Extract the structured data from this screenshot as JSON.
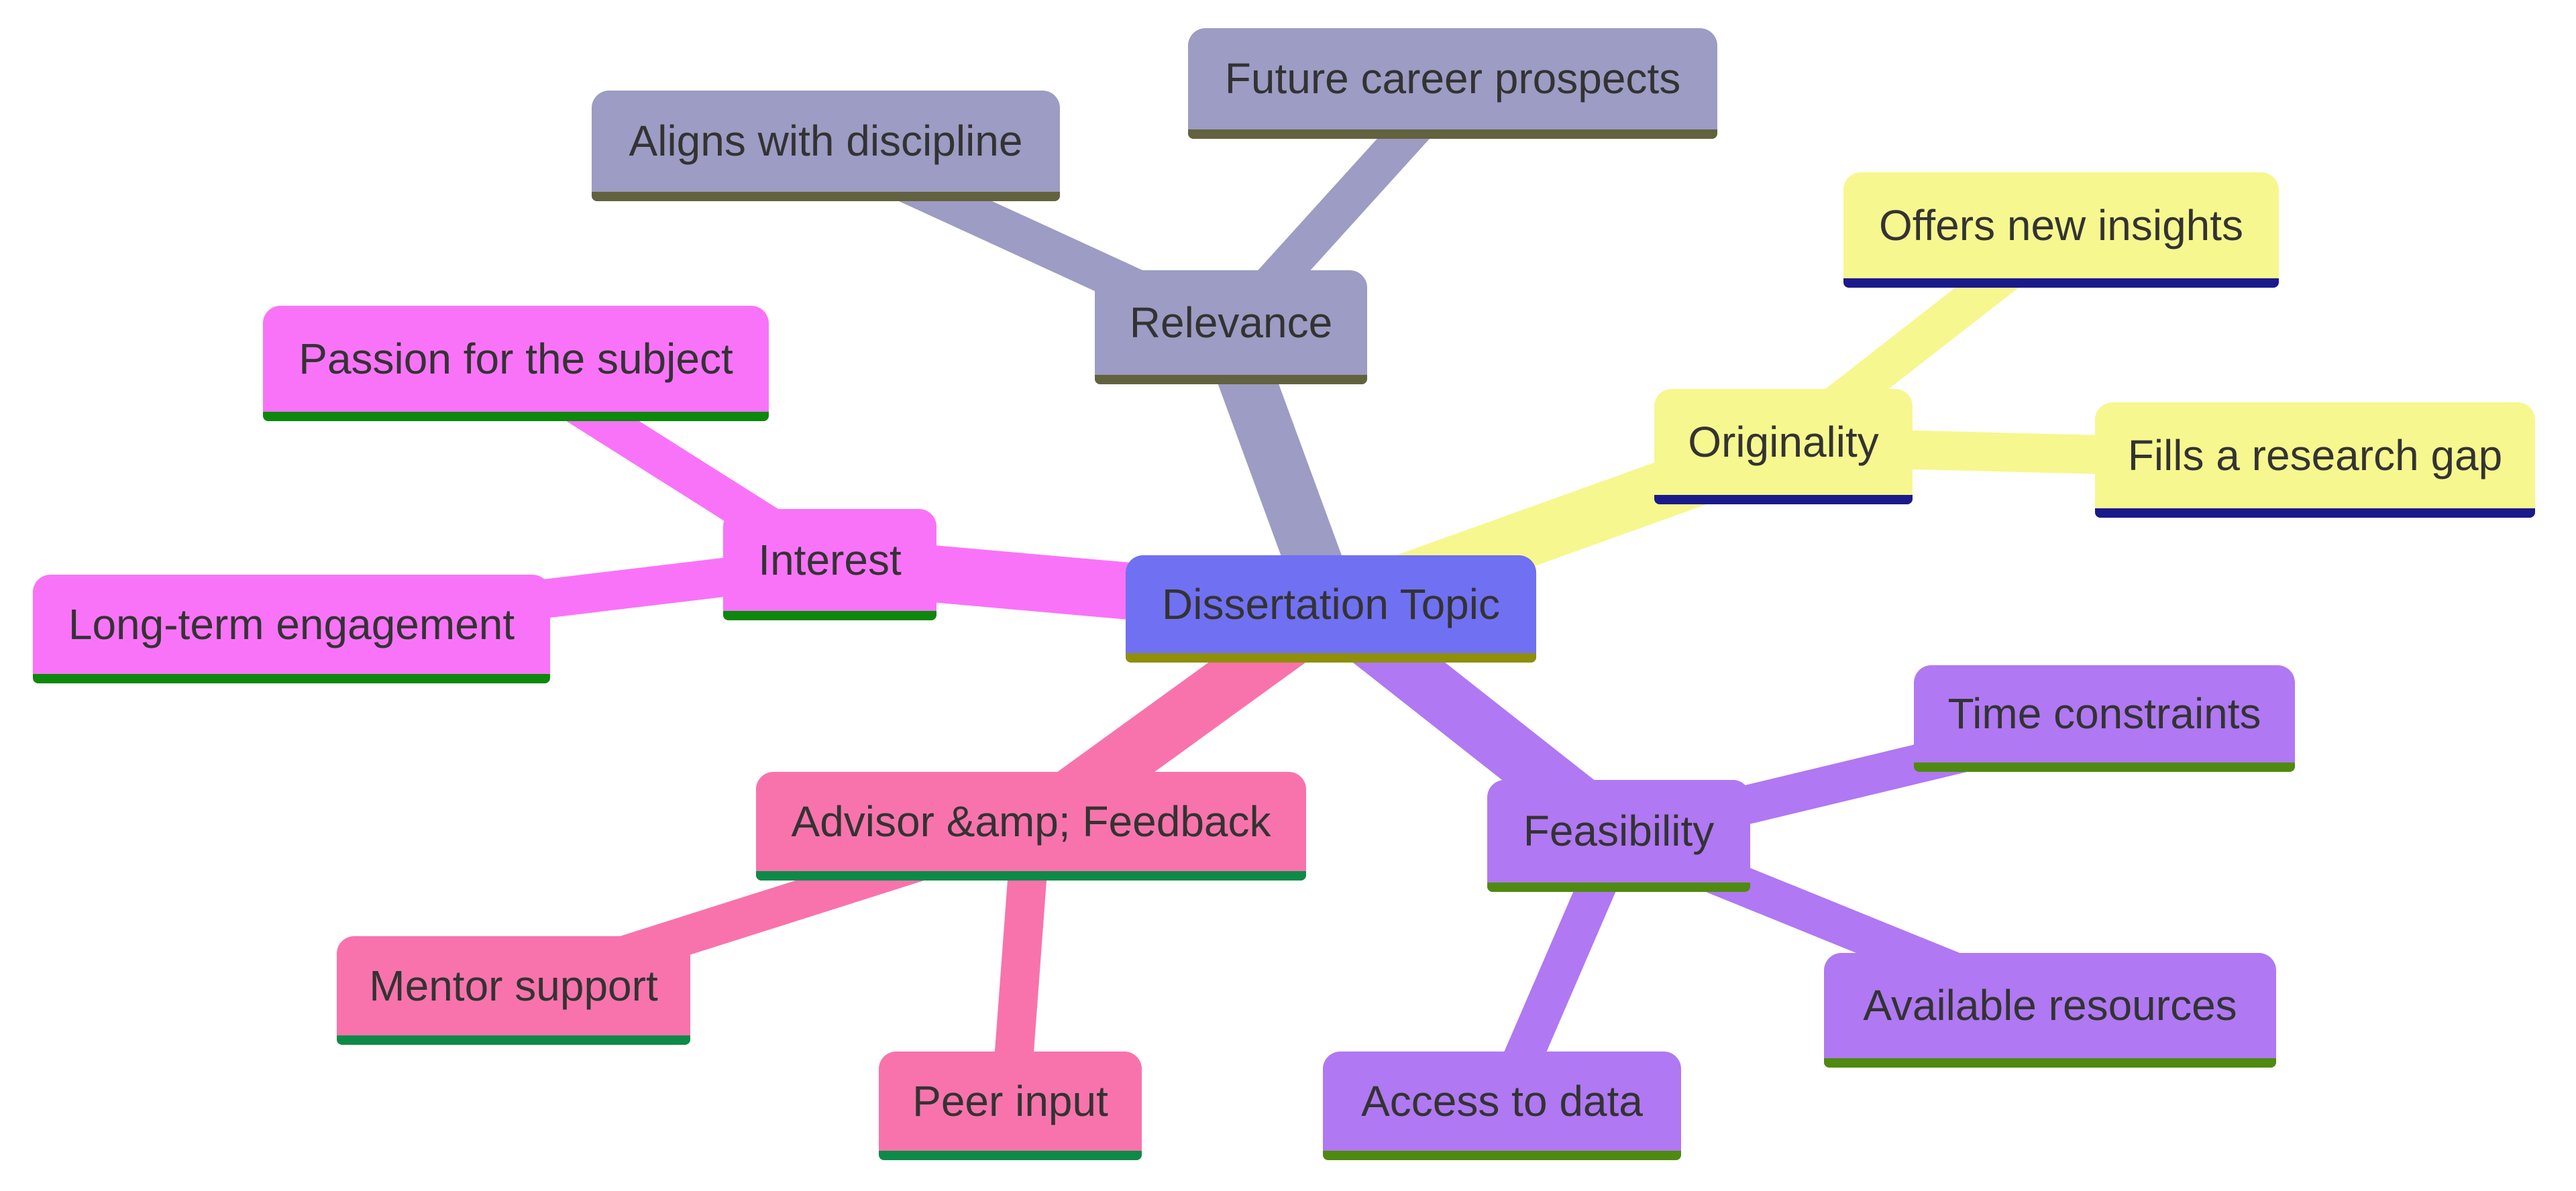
{
  "diagram_type": "mindmap",
  "root": {
    "label": "Dissertation Topic"
  },
  "branches": [
    {
      "name": "relevance",
      "label": "Relevance",
      "children": [
        {
          "label": "Aligns with discipline"
        },
        {
          "label": "Future career prospects"
        }
      ]
    },
    {
      "name": "originality",
      "label": "Originality",
      "children": [
        {
          "label": "Offers new insights"
        },
        {
          "label": "Fills a research gap"
        }
      ]
    },
    {
      "name": "interest",
      "label": "Interest",
      "children": [
        {
          "label": "Passion for the subject"
        },
        {
          "label": "Long-term engagement"
        }
      ]
    },
    {
      "name": "advisor_feedback",
      "label": "Advisor &amp; Feedback",
      "children": [
        {
          "label": "Mentor support"
        },
        {
          "label": "Peer input"
        }
      ]
    },
    {
      "name": "feasibility",
      "label": "Feasibility",
      "children": [
        {
          "label": "Time constraints"
        },
        {
          "label": "Available resources"
        },
        {
          "label": "Access to data"
        }
      ]
    }
  ],
  "edges": [
    {
      "from": "Dissertation Topic",
      "to": "Relevance"
    },
    {
      "from": "Relevance",
      "to": "Aligns with discipline"
    },
    {
      "from": "Relevance",
      "to": "Future career prospects"
    },
    {
      "from": "Dissertation Topic",
      "to": "Originality"
    },
    {
      "from": "Originality",
      "to": "Offers new insights"
    },
    {
      "from": "Originality",
      "to": "Fills a research gap"
    },
    {
      "from": "Dissertation Topic",
      "to": "Interest"
    },
    {
      "from": "Interest",
      "to": "Passion for the subject"
    },
    {
      "from": "Interest",
      "to": "Long-term engagement"
    },
    {
      "from": "Dissertation Topic",
      "to": "Advisor &amp; Feedback"
    },
    {
      "from": "Advisor &amp; Feedback",
      "to": "Mentor support"
    },
    {
      "from": "Advisor &amp; Feedback",
      "to": "Peer input"
    },
    {
      "from": "Dissertation Topic",
      "to": "Feasibility"
    },
    {
      "from": "Feasibility",
      "to": "Time constraints"
    },
    {
      "from": "Feasibility",
      "to": "Available resources"
    },
    {
      "from": "Feasibility",
      "to": "Access to data"
    }
  ],
  "palette": {
    "background": "#ffffff",
    "text": "#333333",
    "root_fill": "#7070f2",
    "root_line": "#8f8f0a",
    "relevance_fill": "#9c9cc4",
    "relevance_line": "#62623f",
    "originality_fill": "#f7f78f",
    "originality_line": "#1a1a8c",
    "interest_fill": "#f973f9",
    "interest_line": "#0c880c",
    "advisor_fill": "#f873ac",
    "advisor_line": "#0e8a48",
    "feasibility_fill": "#b078f2",
    "feasibility_line": "#4f8a10"
  }
}
